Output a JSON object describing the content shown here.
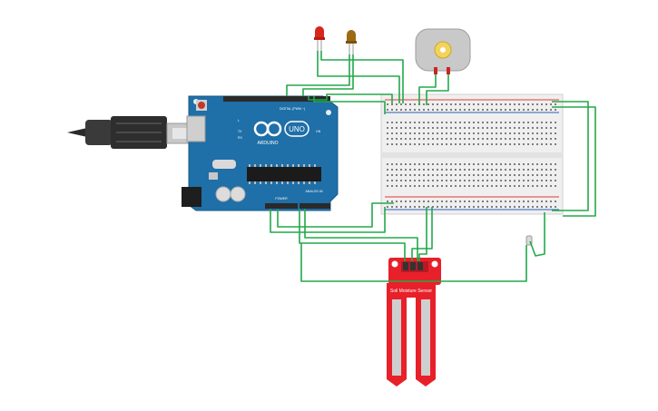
{
  "arduino": {
    "brand": "ARDUINO",
    "model": "UNO",
    "digital_label": "DIGITAL (PWM ~)",
    "power_label": "POWER",
    "analog_label": "ANALOG IN",
    "led_labels": [
      "L",
      "TX",
      "RX"
    ],
    "on_label": "ON"
  },
  "sensor": {
    "label": "Soil Moisture Sensor",
    "color": "#e8202a"
  },
  "colors": {
    "board": "#1f6fa8",
    "wire": "#23a84a",
    "breadboard": "#efefef",
    "rail_red": "#e53935",
    "rail_blue": "#2b5fb8",
    "led_red": "#d8261c",
    "led_amber": "#9c6a12",
    "motor_body": "#c9c9c9",
    "motor_shaft": "#f3d35c"
  },
  "icons": [
    "usb-cable-icon",
    "red-led-icon",
    "amber-led-icon",
    "dc-motor-icon",
    "soil-moisture-sensor-icon",
    "breadboard-icon",
    "arduino-uno-icon"
  ]
}
